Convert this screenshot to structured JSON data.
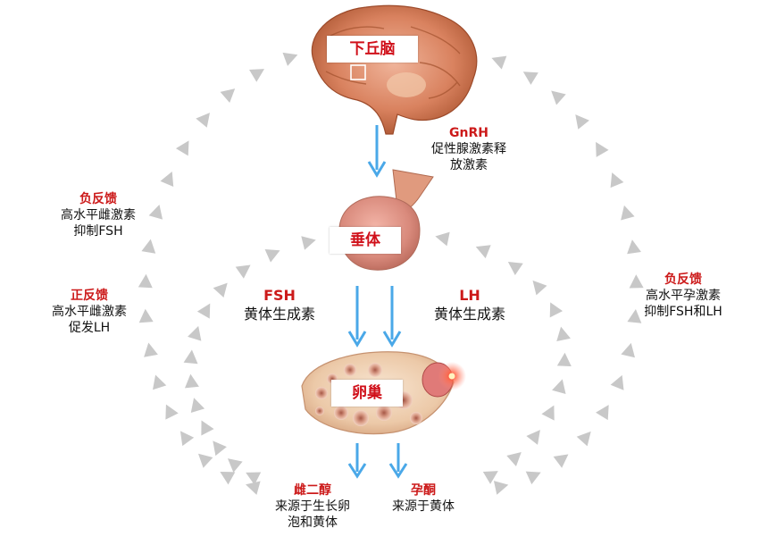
{
  "organs": {
    "hypothalamus": "下丘脑",
    "pituitary": "垂体",
    "ovary": "卵巢"
  },
  "gnrh": {
    "title": "GnRH",
    "line1": "促性腺激素释",
    "line2": "放激素"
  },
  "fsh": {
    "title": "FSH",
    "desc": "黄体生成素"
  },
  "lh": {
    "title": "LH",
    "desc": "黄体生成素"
  },
  "estradiol": {
    "title": "雌二醇",
    "line1": "来源于生长卵",
    "line2": "泡和黄体"
  },
  "progesterone": {
    "title": "孕酮",
    "line1": "来源于黄体"
  },
  "feedback_left_top": {
    "title": "负反馈",
    "line1": "高水平雌激素",
    "line2": "抑制FSH"
  },
  "feedback_left_bottom": {
    "title": "正反馈",
    "line1": "高水平雌激素",
    "line2": "促发LH"
  },
  "feedback_right": {
    "title": "负反馈",
    "line1": "高水平孕激素",
    "line2": "抑制FSH和LH"
  },
  "colors": {
    "label_red": "#d0101a",
    "arrow_blue": "#4aa8e8",
    "feedback_grey": "#c8c8c8"
  }
}
